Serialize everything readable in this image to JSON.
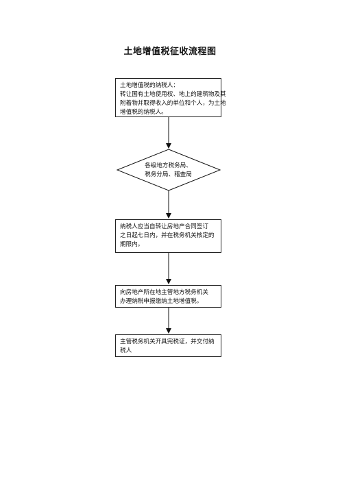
{
  "title": "土地增值税征收流程图",
  "steps": [
    {
      "lines": [
        "土地增值税的纳税人：",
        "转让国有土地使用权、地上的建筑物及其",
        "附着物并取得收入的单位和个人，为土地",
        "增值税的纳税人。"
      ]
    },
    {
      "lines": [
        "各级地方税务局、",
        "税务分局、稽查局"
      ]
    },
    {
      "lines": [
        "纳税人应当自转让房地产合同签订",
        "之日起七日内，并在税务机关核定的",
        "期限内。"
      ]
    },
    {
      "lines": [
        "向房地产所在地主管地方税务机关",
        "办理纳税申报缴纳土地增值税。"
      ]
    },
    {
      "lines": [
        "主管税务机关开具完税证，并交付纳",
        "税人"
      ]
    }
  ]
}
